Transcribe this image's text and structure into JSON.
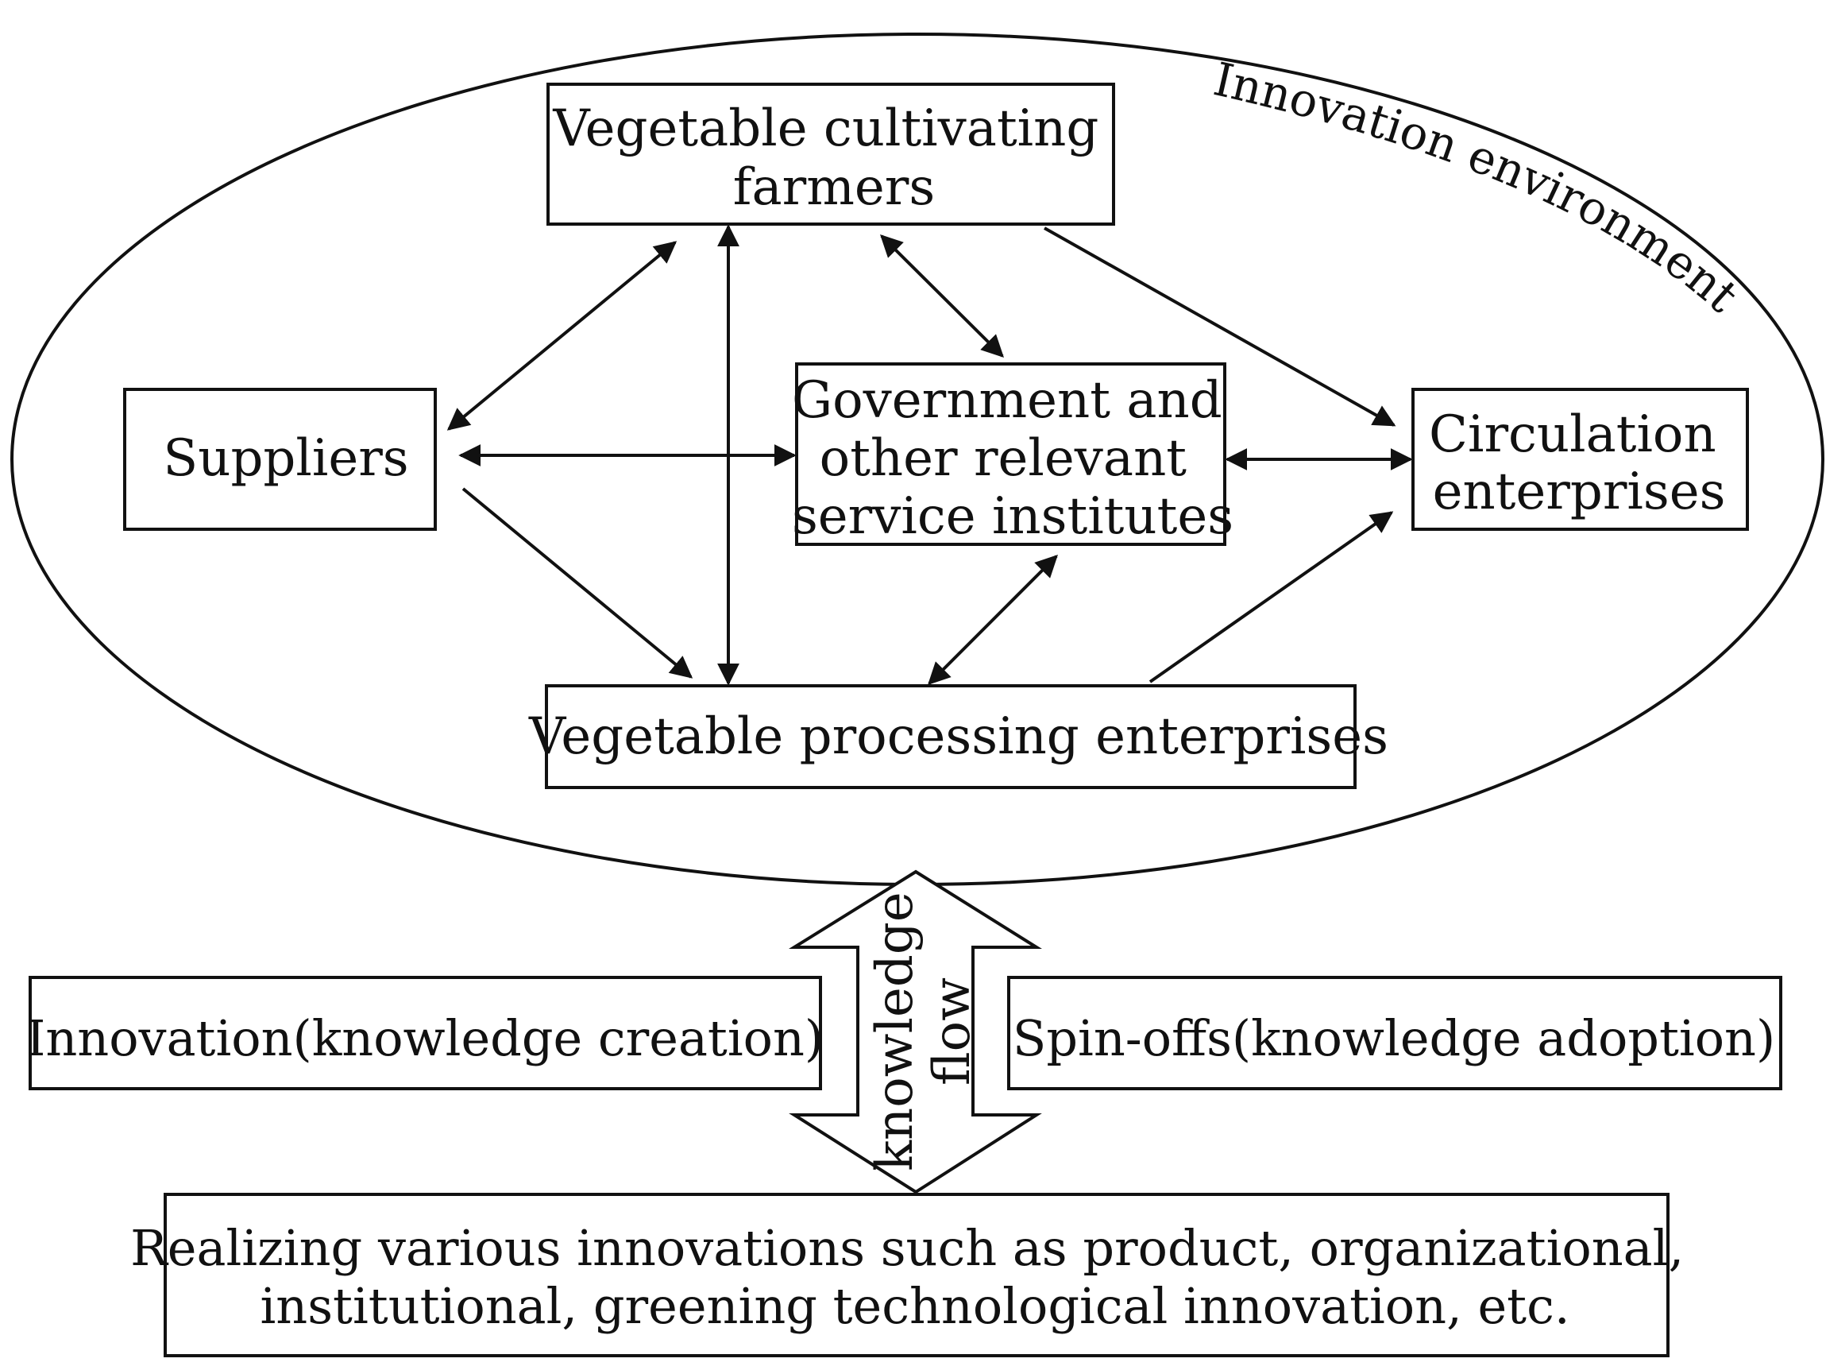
{
  "environment": {
    "label": "Innovation environment"
  },
  "nodes": {
    "farmers": {
      "lines": [
        "Vegetable cultivating",
        "farmers"
      ]
    },
    "suppliers": {
      "lines": [
        "Suppliers"
      ]
    },
    "government": {
      "lines": [
        "Government and",
        "other relevant",
        "service institutes"
      ]
    },
    "circulation": {
      "lines": [
        "Circulation",
        "enterprises"
      ]
    },
    "processing": {
      "lines": [
        "Vegetable processing enterprises"
      ]
    }
  },
  "flow": {
    "label_line1": "knowledge",
    "label_line2": "flow"
  },
  "lower": {
    "innovation": "Innovation(knowledge creation)",
    "spinoffs": "Spin-offs(knowledge adoption)",
    "realizing": [
      "Realizing various innovations such as product, organizational,",
      "institutional, greening technological innovation, etc."
    ]
  },
  "colors": {
    "stroke": "#111111",
    "background": "#ffffff"
  }
}
